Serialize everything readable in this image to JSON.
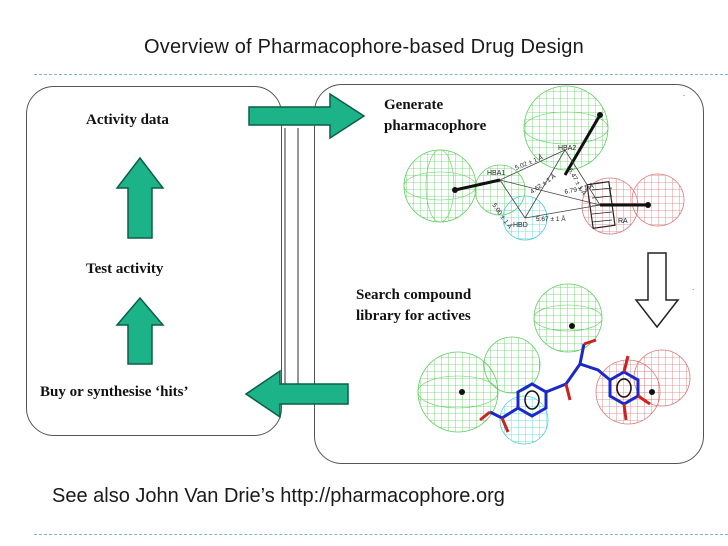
{
  "slide": {
    "title": "Overview of Pharmacophore-based Drug Design",
    "footer": "See also John Van Drie’s http://pharmacophore.org"
  },
  "left_panel": {
    "activity_data": "Activity data",
    "test_activity": "Test activity",
    "buy_synthesise": "Buy or synthesise ‘hits’"
  },
  "right_panel": {
    "generate_line1": "Generate",
    "generate_line2": "pharmacophore",
    "search_line1": "Search compound",
    "search_line2": "library for actives"
  },
  "pharmacophore_labels": {
    "hba1": "HBA1",
    "hba2": "HBA2",
    "hbd": "HBD",
    "ra": "RA",
    "d1": "5.02 ± 1 Å",
    "d2": "4.62 ± 1 Å",
    "d3": "5.00 ± 1 Å",
    "d4": "5.47 ± 1 Å",
    "d5": "6.79 ± 1 Å",
    "d6": "5.67 ± 1 Å"
  },
  "colors": {
    "arrow_fill": "#1db388",
    "arrow_stroke": "#0b5e47",
    "green_mesh": "#5fcf5f",
    "red_mesh": "#d97a7a",
    "cyan_mesh": "#55cfd8",
    "molecule_blue": "#1a28c8",
    "dash": "#7fb7c9"
  },
  "icons": [
    "arrow-right-icon",
    "arrow-up-icon",
    "arrow-left-icon",
    "arrow-down-outline-icon",
    "pharmacophore-model-image",
    "molecule-fit-image"
  ]
}
